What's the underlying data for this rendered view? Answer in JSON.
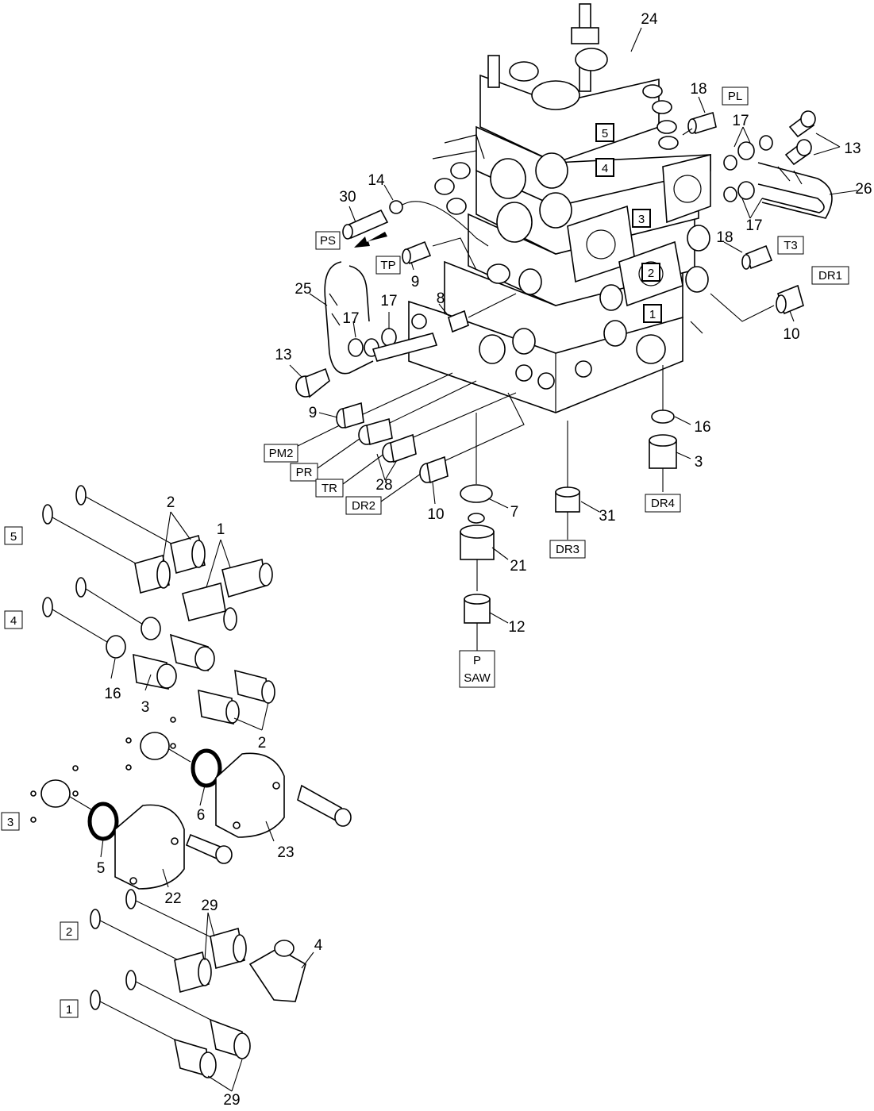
{
  "callouts": [
    "1",
    "2",
    "3",
    "4",
    "5",
    "6",
    "7",
    "8",
    "9",
    "10",
    "12",
    "13",
    "14",
    "16",
    "17",
    "18",
    "21",
    "22",
    "23",
    "24",
    "25",
    "26",
    "28",
    "29",
    "30",
    "31"
  ],
  "port_labels": {
    "pl": "PL",
    "t3": "T3",
    "dr1": "DR1",
    "ps": "PS",
    "tp": "TP",
    "pm2": "PM2",
    "pr": "PR",
    "tr": "TR",
    "dr2": "DR2",
    "dr3": "DR3",
    "dr4": "DR4",
    "p_saw_line1": "P",
    "p_saw_line2": "SAW"
  },
  "section_numbers": [
    "1",
    "2",
    "3",
    "4",
    "5"
  ],
  "colors": {
    "line": "#000000",
    "background": "#ffffff"
  }
}
